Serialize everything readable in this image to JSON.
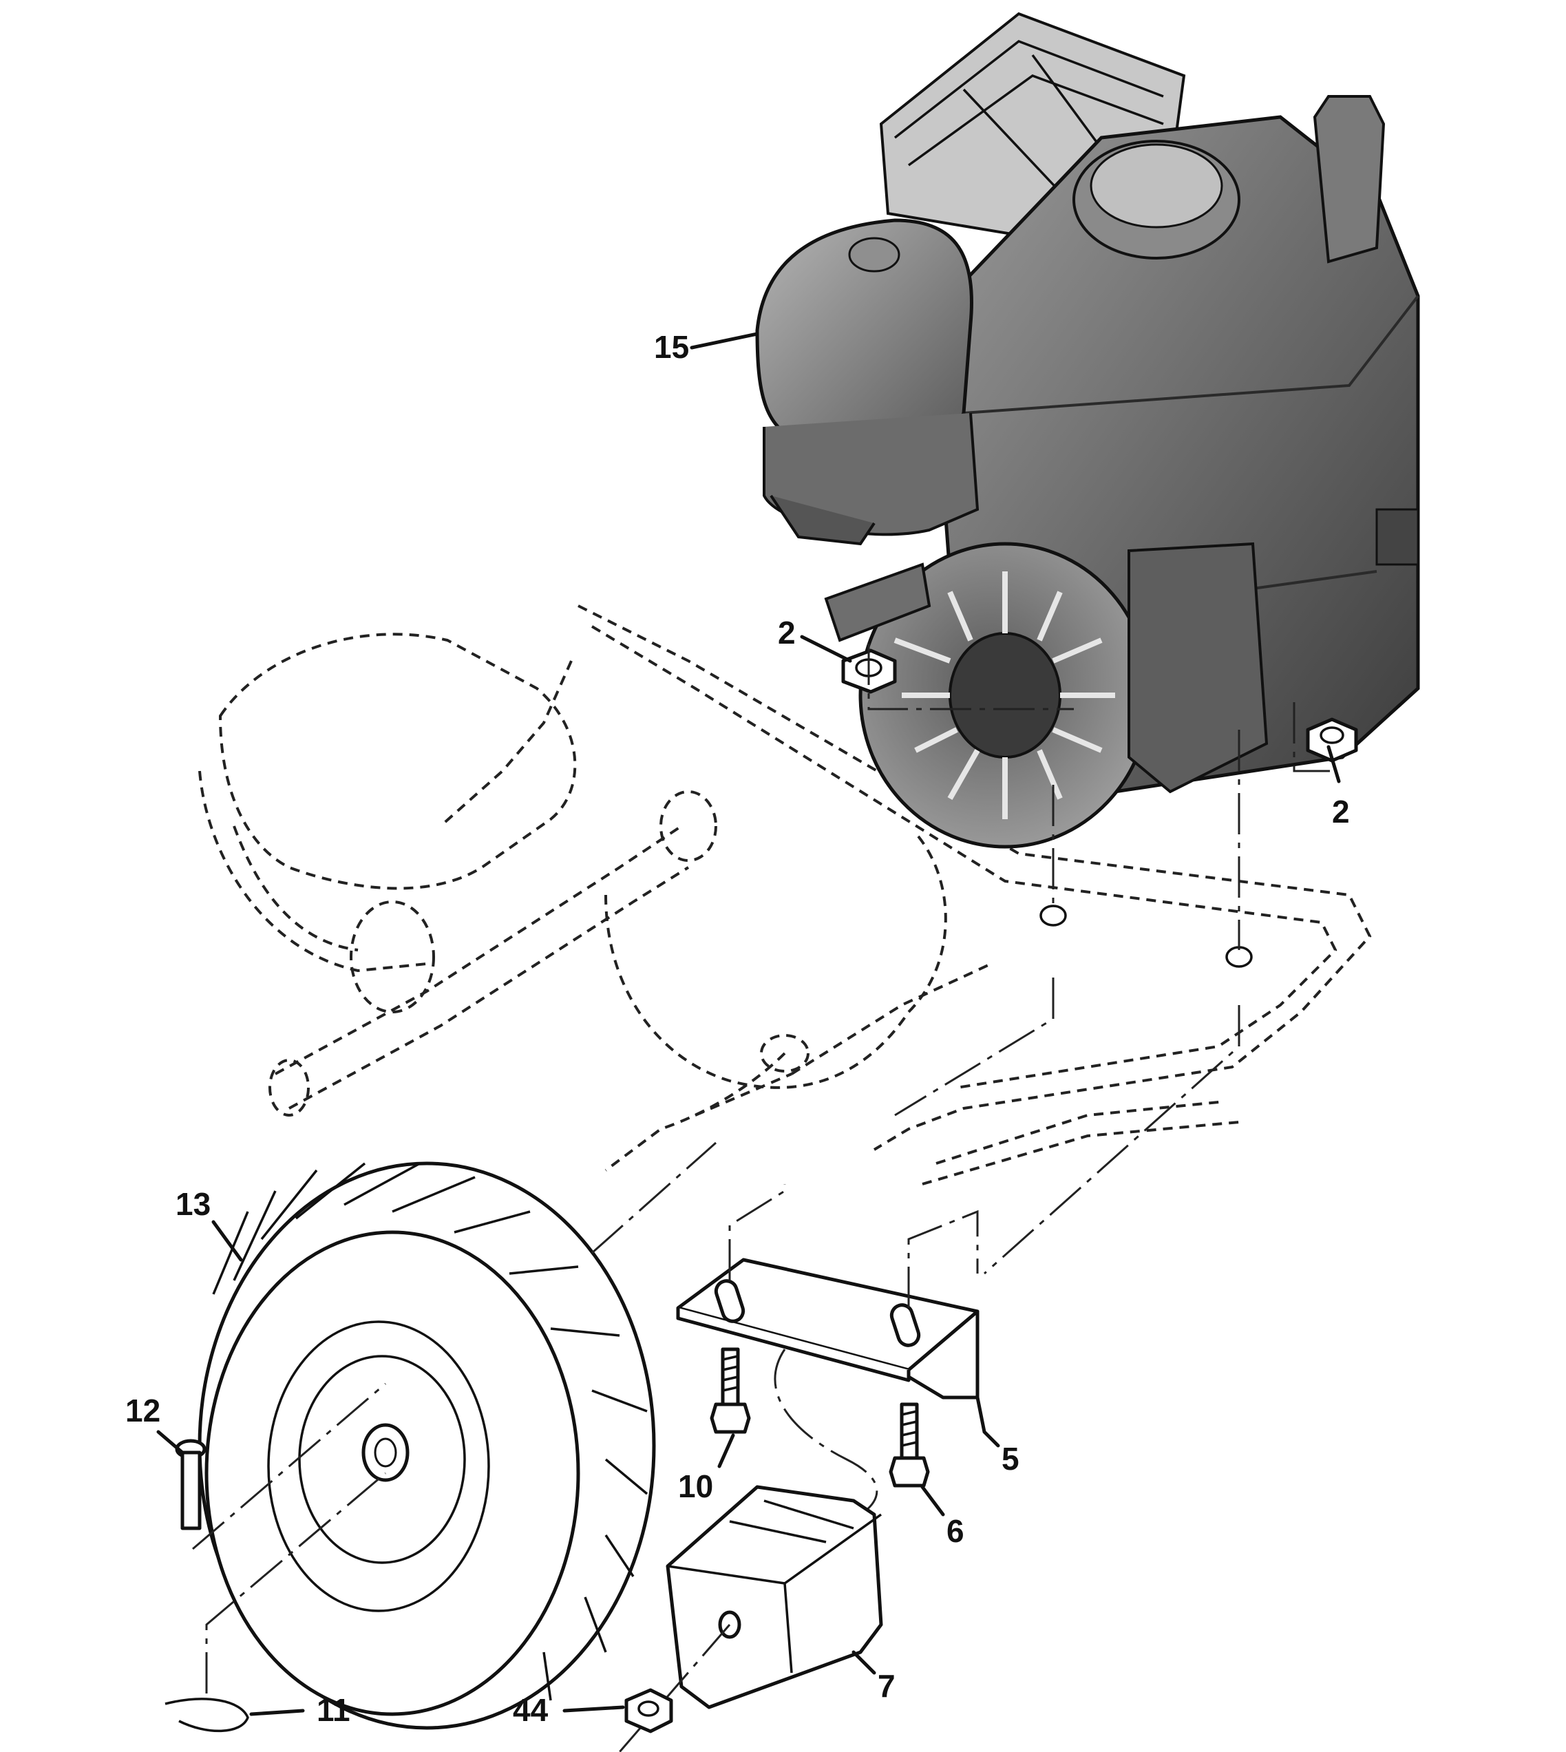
{
  "callouts": {
    "engine": "15",
    "nut_left": "2",
    "nut_right": "2",
    "tire": "13",
    "clevis_pin": "12",
    "hairpin": "11",
    "bracket": "5",
    "bolt_left": "10",
    "bolt_right": "6",
    "weight": "7",
    "weight_nut": "44"
  },
  "colors": {
    "ink": "#111111",
    "engine_dark": "#4a4a4a",
    "engine_mid": "#777777",
    "engine_light": "#a8a8a8",
    "background": "#ffffff"
  }
}
